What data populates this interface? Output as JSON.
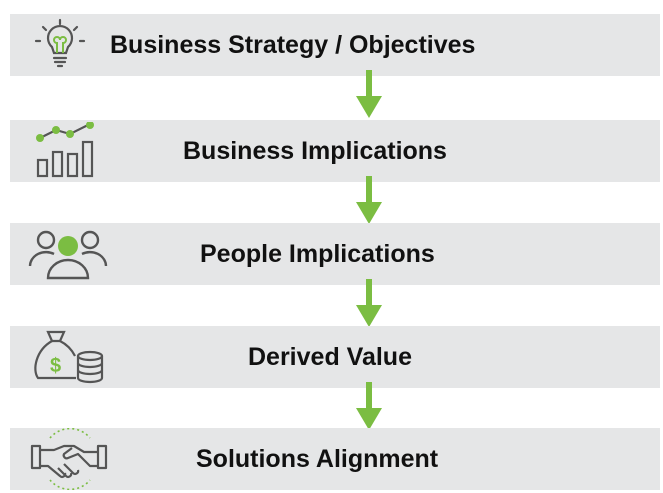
{
  "steps": [
    {
      "label": "Business Strategy / Objectives",
      "icon": "lightbulb-icon"
    },
    {
      "label": "Business Implications",
      "icon": "growth-chart-icon"
    },
    {
      "label": "People Implications",
      "icon": "people-group-icon"
    },
    {
      "label": "Derived Value",
      "icon": "money-bag-coins-icon"
    },
    {
      "label": "Solutions Alignment",
      "icon": "handshake-icon"
    }
  ],
  "colors": {
    "band": "#e5e6e7",
    "accent": "#7bbd42",
    "icon": "#555555",
    "text": "#111111"
  }
}
